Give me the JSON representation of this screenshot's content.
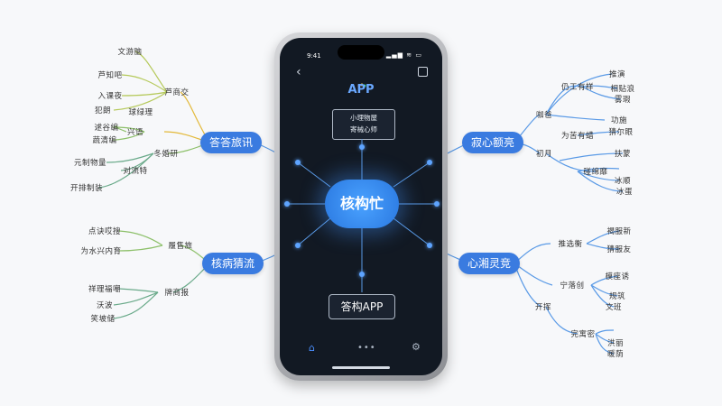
{
  "status": {
    "time": "9:41",
    "icons": "▂▄▆ ≋ ▭"
  },
  "icons": {
    "back": "back-icon",
    "share": "share-icon",
    "home": "home-icon",
    "more": "more-icon",
    "settings": "gear-icon"
  },
  "phone": {
    "logo": "APP",
    "info_lines": [
      "小理物屋",
      "寄械心师"
    ],
    "center": "核构忙",
    "bottom": "答构APP",
    "nav": {
      "home": "⌂",
      "more": "•••",
      "settings": "⚙"
    }
  },
  "branches": {
    "top_left": {
      "label": "答答旅讯",
      "groups": [
        {
          "label": "芦商交",
          "leaves": [
            "文游脑",
            "芦知吧",
            "入课夜",
            "犯朗",
            "逑谷编"
          ]
        },
        {
          "label": "兴语",
          "leaves": [
            "球绿理",
            "蔬清编"
          ]
        },
        {
          "label": "冬婚研",
          "leaves": [
            "元制物量",
            "对流特",
            "开排制装"
          ]
        }
      ]
    },
    "bottom_left": {
      "label": "核病猜流",
      "groups": [
        {
          "label": "履售旅",
          "leaves": [
            "点诀哎搜",
            "为水兴内育"
          ]
        },
        {
          "label": "牌商报",
          "leaves": [
            "祥理福嘲",
            "沃波",
            "笑坡储"
          ]
        }
      ]
    },
    "top_right": {
      "label": "寂心额亮",
      "groups": [
        {
          "label": "咖爸",
          "leaves": [
            "仍工有样",
            "推演",
            "相贴浪",
            "雾瑕"
          ]
        },
        {
          "label": "为苦有蜡",
          "leaves": [
            "功施"
          ]
        },
        {
          "label": "初月",
          "leaves": [
            "猜尔眼",
            "扶蒙",
            "碰绵靡",
            "冰顺",
            "冰蛋"
          ]
        }
      ]
    },
    "bottom_right": {
      "label": "心湘灵竞",
      "groups": [
        {
          "label": "推选衡",
          "leaves": [
            "褐服新",
            "猜服友"
          ]
        },
        {
          "label": "宁落创",
          "leaves": [
            "模座诱",
            "规筑",
            "文班"
          ]
        },
        {
          "label": "开挥",
          "leaves": [
            "完寓密",
            "洪丽",
            "暖荫"
          ]
        }
      ]
    }
  }
}
